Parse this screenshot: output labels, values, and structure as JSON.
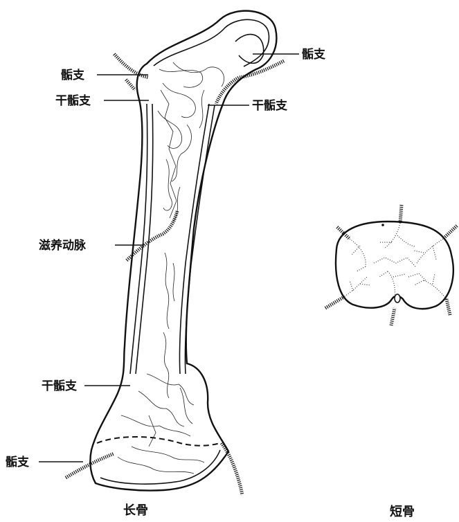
{
  "long_bone": {
    "caption": "长骨",
    "labels": {
      "epiphyseal_top_right": "骺支",
      "epiphyseal_top_left": "骺支",
      "metaphyseal_top_left": "干骺支",
      "metaphyseal_top_right": "干骺支",
      "nutrient_artery": "滋养动脉",
      "metaphyseal_bottom_left": "干骺支",
      "epiphyseal_bottom_left": "骺支"
    }
  },
  "short_bone": {
    "caption": "短骨"
  }
}
